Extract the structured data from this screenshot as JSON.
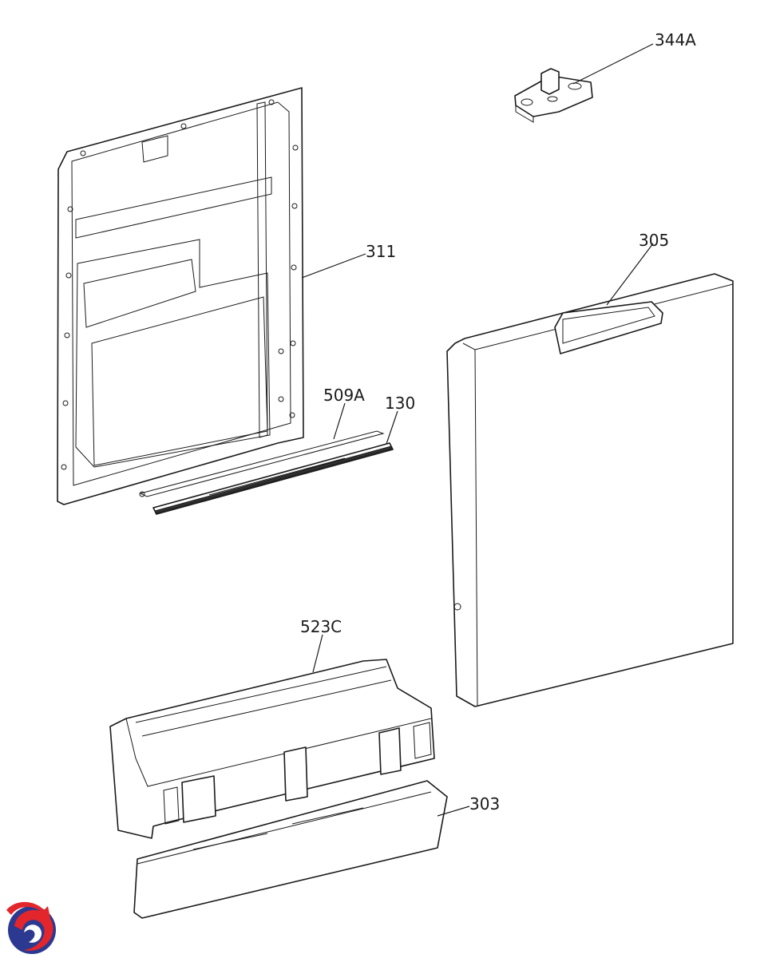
{
  "diagram": {
    "callouts": [
      {
        "id": "c344a",
        "label": "344A"
      },
      {
        "id": "c311",
        "label": "311"
      },
      {
        "id": "c305",
        "label": "305"
      },
      {
        "id": "c509a",
        "label": "509A"
      },
      {
        "id": "c130",
        "label": "130"
      },
      {
        "id": "c523c",
        "label": "523C"
      },
      {
        "id": "c303",
        "label": "303"
      }
    ]
  },
  "logo": {
    "icon": "swirl-logo-icon",
    "colors": [
      "#2b3990",
      "#e3262b"
    ]
  }
}
